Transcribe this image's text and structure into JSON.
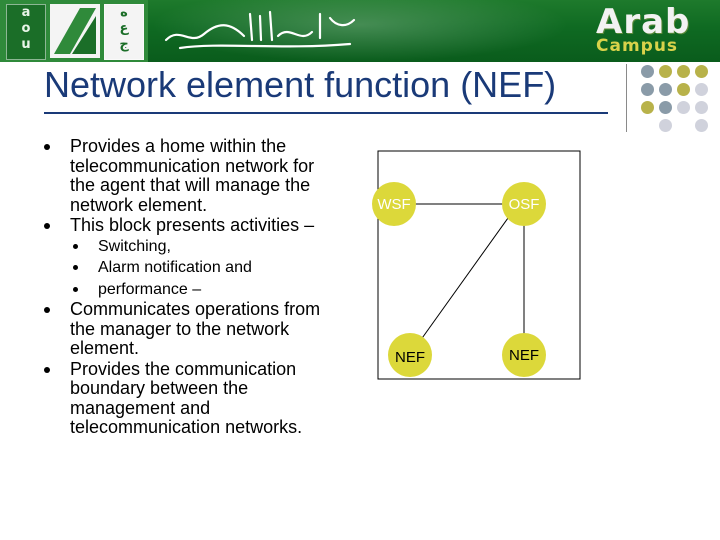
{
  "header": {
    "logo_tiles": [
      [
        "a",
        "o",
        "u"
      ],
      [
        "ه",
        "ع",
        "ج"
      ]
    ],
    "brand": {
      "line1": "Arab",
      "line2": "Campus"
    }
  },
  "slide": {
    "title": "Network element function (NEF)",
    "bullets": [
      {
        "level": 1,
        "text_lines": [
          "Provides a home within the",
          "telecommunication network for",
          "the agent that will manage the",
          "network element."
        ]
      },
      {
        "level": 1,
        "text_lines": [
          "This block presents activities –"
        ]
      },
      {
        "level": 2,
        "text_lines": [
          "Switching,"
        ]
      },
      {
        "level": 2,
        "text_lines": [
          "Alarm notification and"
        ]
      },
      {
        "level": 2,
        "text_lines": [
          "performance –"
        ]
      },
      {
        "level": 1,
        "text_lines": [
          "Communicates operations from",
          "the manager to the network",
          "element."
        ]
      },
      {
        "level": 1,
        "text_lines": [
          "Provides the communication",
          "boundary between the",
          "management and",
          "telecommunication networks."
        ]
      }
    ]
  },
  "diagram": {
    "nodes": [
      {
        "id": "wsf",
        "label": "WSF",
        "fill": "#dcd83a",
        "text_color": "#ffffff"
      },
      {
        "id": "osf",
        "label": "OSF",
        "fill": "#dcd83a",
        "text_color": "#ffffff"
      },
      {
        "id": "nef-left",
        "label": "NEF",
        "fill": "#dcd83a",
        "text_color": "#000000"
      },
      {
        "id": "nef-right",
        "label": "NEF",
        "fill": "#dcd83a",
        "text_color": "#000000"
      }
    ]
  },
  "colors": {
    "title": "#1a3a78",
    "banner_green": "#0f6a22",
    "accent_yellow": "#dcd83a",
    "dot_gray": "#8a9ba8",
    "dot_light": "#d0d2dc"
  }
}
